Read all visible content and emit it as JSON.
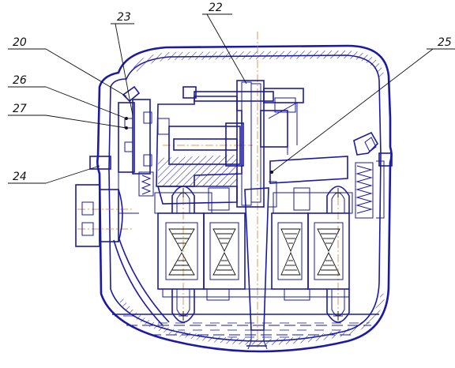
{
  "callouts": {
    "c20": "20",
    "c26": "26",
    "c27": "27",
    "c24": "24",
    "c23": "23",
    "c22": "22",
    "c25": "25"
  },
  "colors": {
    "outline": "#1a1aa6",
    "leader": "#111111",
    "centerline": "#e07a1f"
  }
}
